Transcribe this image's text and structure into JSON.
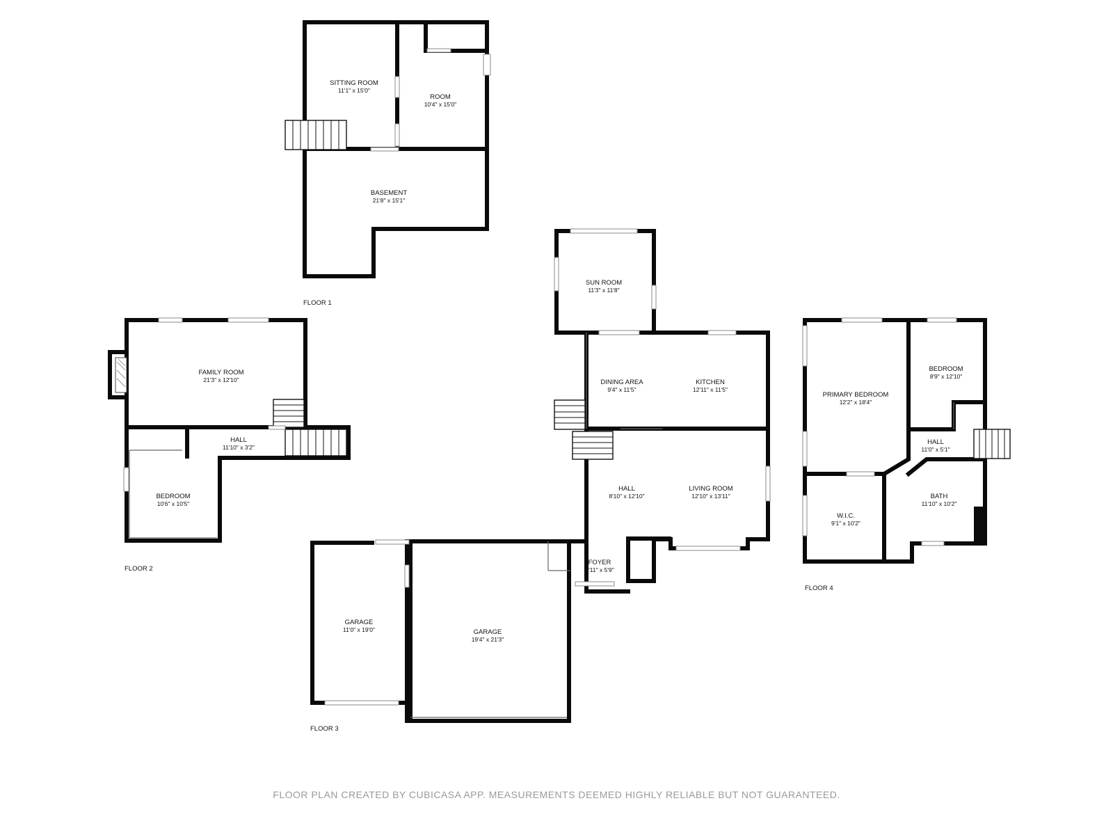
{
  "floors": [
    {
      "label": "FLOOR 1",
      "rooms": [
        {
          "name": "SITTING ROOM",
          "dims": "11'1\" x 15'0\""
        },
        {
          "name": "ROOM",
          "dims": "10'4\" x 15'0\""
        },
        {
          "name": "BASEMENT",
          "dims": "21'8\" x 15'1\""
        }
      ]
    },
    {
      "label": "FLOOR 2",
      "rooms": [
        {
          "name": "FAMILY ROOM",
          "dims": "21'3\" x 12'10\""
        },
        {
          "name": "HALL",
          "dims": "11'10\" x 3'2\""
        },
        {
          "name": "BEDROOM",
          "dims": "10'6\" x 10'5\""
        }
      ]
    },
    {
      "label": "FLOOR 3",
      "rooms": [
        {
          "name": "SUN ROOM",
          "dims": "11'3\" x 11'8\""
        },
        {
          "name": "DINING AREA",
          "dims": "9'4\" x 11'5\""
        },
        {
          "name": "KITCHEN",
          "dims": "12'11\" x 11'5\""
        },
        {
          "name": "HALL",
          "dims": "8'10\" x 12'10\""
        },
        {
          "name": "LIVING ROOM",
          "dims": "12'10\" x 13'11\""
        },
        {
          "name": "FOYER",
          "dims": "6'11\" x 5'9\""
        },
        {
          "name": "GARAGE",
          "dims": "11'0\" x 19'0\""
        },
        {
          "name": "GARAGE",
          "dims": "19'4\" x 21'3\""
        }
      ]
    },
    {
      "label": "FLOOR 4",
      "rooms": [
        {
          "name": "PRIMARY BEDROOM",
          "dims": "12'2\" x 18'4\""
        },
        {
          "name": "BEDROOM",
          "dims": "8'9\" x 12'10\""
        },
        {
          "name": "HALL",
          "dims": "11'0\" x 5'1\""
        },
        {
          "name": "W.I.C.",
          "dims": "9'1\" x 10'2\""
        },
        {
          "name": "BATH",
          "dims": "11'10\" x 10'2\""
        }
      ]
    }
  ],
  "footer": "FLOOR PLAN CREATED BY CUBICASA APP. MEASUREMENTS DEEMED HIGHLY RELIABLE BUT NOT GUARANTEED."
}
